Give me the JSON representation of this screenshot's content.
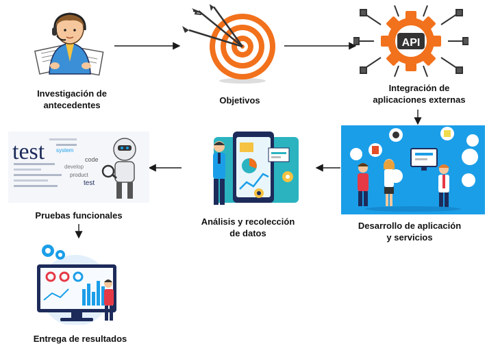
{
  "nodes": {
    "investigacion": {
      "lines": [
        "Investigación de",
        "antecedentes"
      ]
    },
    "objetivos": {
      "lines": [
        "Objetivos"
      ]
    },
    "integracion": {
      "lines": [
        "Integración de",
        "aplicaciones externas"
      ],
      "badge": "API"
    },
    "desarrollo": {
      "lines": [
        "Desarrollo de aplicación",
        "y servicios"
      ]
    },
    "analisis": {
      "lines": [
        "Análisis y recolección",
        "de datos"
      ]
    },
    "pruebas": {
      "lines": [
        "Pruebas funcionales"
      ],
      "word": "test",
      "words": [
        "code",
        "develop",
        "system",
        "product",
        "test"
      ]
    },
    "entrega": {
      "lines": [
        "Entrega de resultados"
      ]
    }
  },
  "icons": {
    "investigacion": "person-reading-documents-icon",
    "objetivos": "target-with-arrows-icon",
    "integracion": "api-plugs-icon",
    "desarrollo": "developers-team-icon",
    "analisis": "data-analysis-icon",
    "pruebas": "robot-testing-icon",
    "entrega": "results-dashboard-icon"
  },
  "colors": {
    "orange": "#f2711c",
    "blue": "#1b9ee8",
    "navy": "#1d2b5a",
    "arrow": "#1a1a1a"
  }
}
